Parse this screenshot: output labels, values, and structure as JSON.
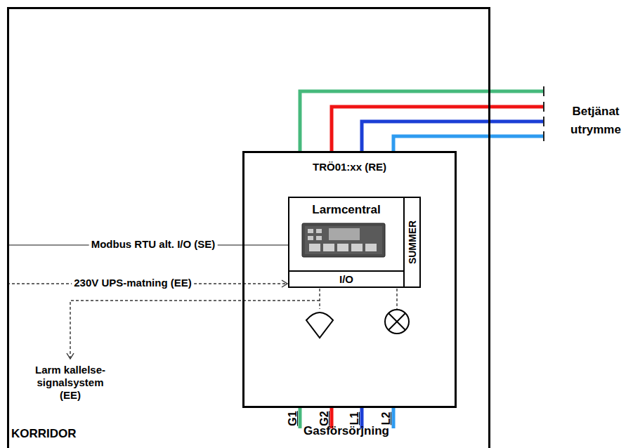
{
  "diagram": {
    "nodes": [
      {
        "text": [
          "KORRIDOR"
        ]
      },
      {
        "text": [
          "TRÖ01:xx (RE)"
        ],
        "in": 0
      },
      {
        "text": [
          "Larmcentral"
        ],
        "in": 1
      },
      {
        "text": [
          "SUMMER"
        ],
        "in": 1
      },
      {
        "text": [
          "I/O"
        ],
        "in": 1
      }
    ],
    "labels": [
      "Betjänat utrymme",
      "Modbus RTU alt. I/O (SE)",
      "230V UPS-matning (EE)",
      "Larm kallelse- signalsystem (EE)",
      "G1",
      "G2",
      "L1",
      "L2",
      "Gasförsörjning"
    ]
  }
}
